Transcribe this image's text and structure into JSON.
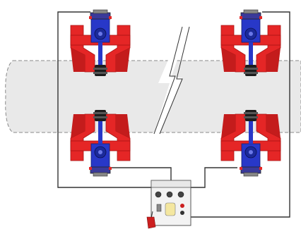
{
  "diagram": {
    "colors": {
      "background": "#ffffff",
      "pipe_fill": "#e9e9e9",
      "pipe_outline": "#8a8a8a",
      "pipe_dash": "#9a9a9a",
      "cable": "#333333",
      "saddle_red": "#e52626",
      "saddle_dark_red": "#a81414",
      "motor_blue": "#2838c8",
      "motor_dark": "#1c1c1c",
      "panel_fill": "#f3f3f3",
      "panel_outline": "#555555",
      "indicator_yellow": "#f4e7a0",
      "emergency_red": "#cc1f1f"
    },
    "units": [
      {
        "id": "unit-top-left",
        "orientation": "down",
        "icon": "pipe-lifting-unit"
      },
      {
        "id": "unit-top-right",
        "orientation": "down",
        "icon": "pipe-lifting-unit"
      },
      {
        "id": "unit-bottom-left",
        "orientation": "up",
        "icon": "pipe-lifting-unit"
      },
      {
        "id": "unit-bottom-right",
        "orientation": "up",
        "icon": "pipe-lifting-unit"
      }
    ],
    "pipe": {
      "icon": "pipe-section",
      "break_symbol": "lightning-break-line"
    },
    "control_box": {
      "icon": "control-box",
      "pendant_icon": "remote-pendant"
    }
  }
}
